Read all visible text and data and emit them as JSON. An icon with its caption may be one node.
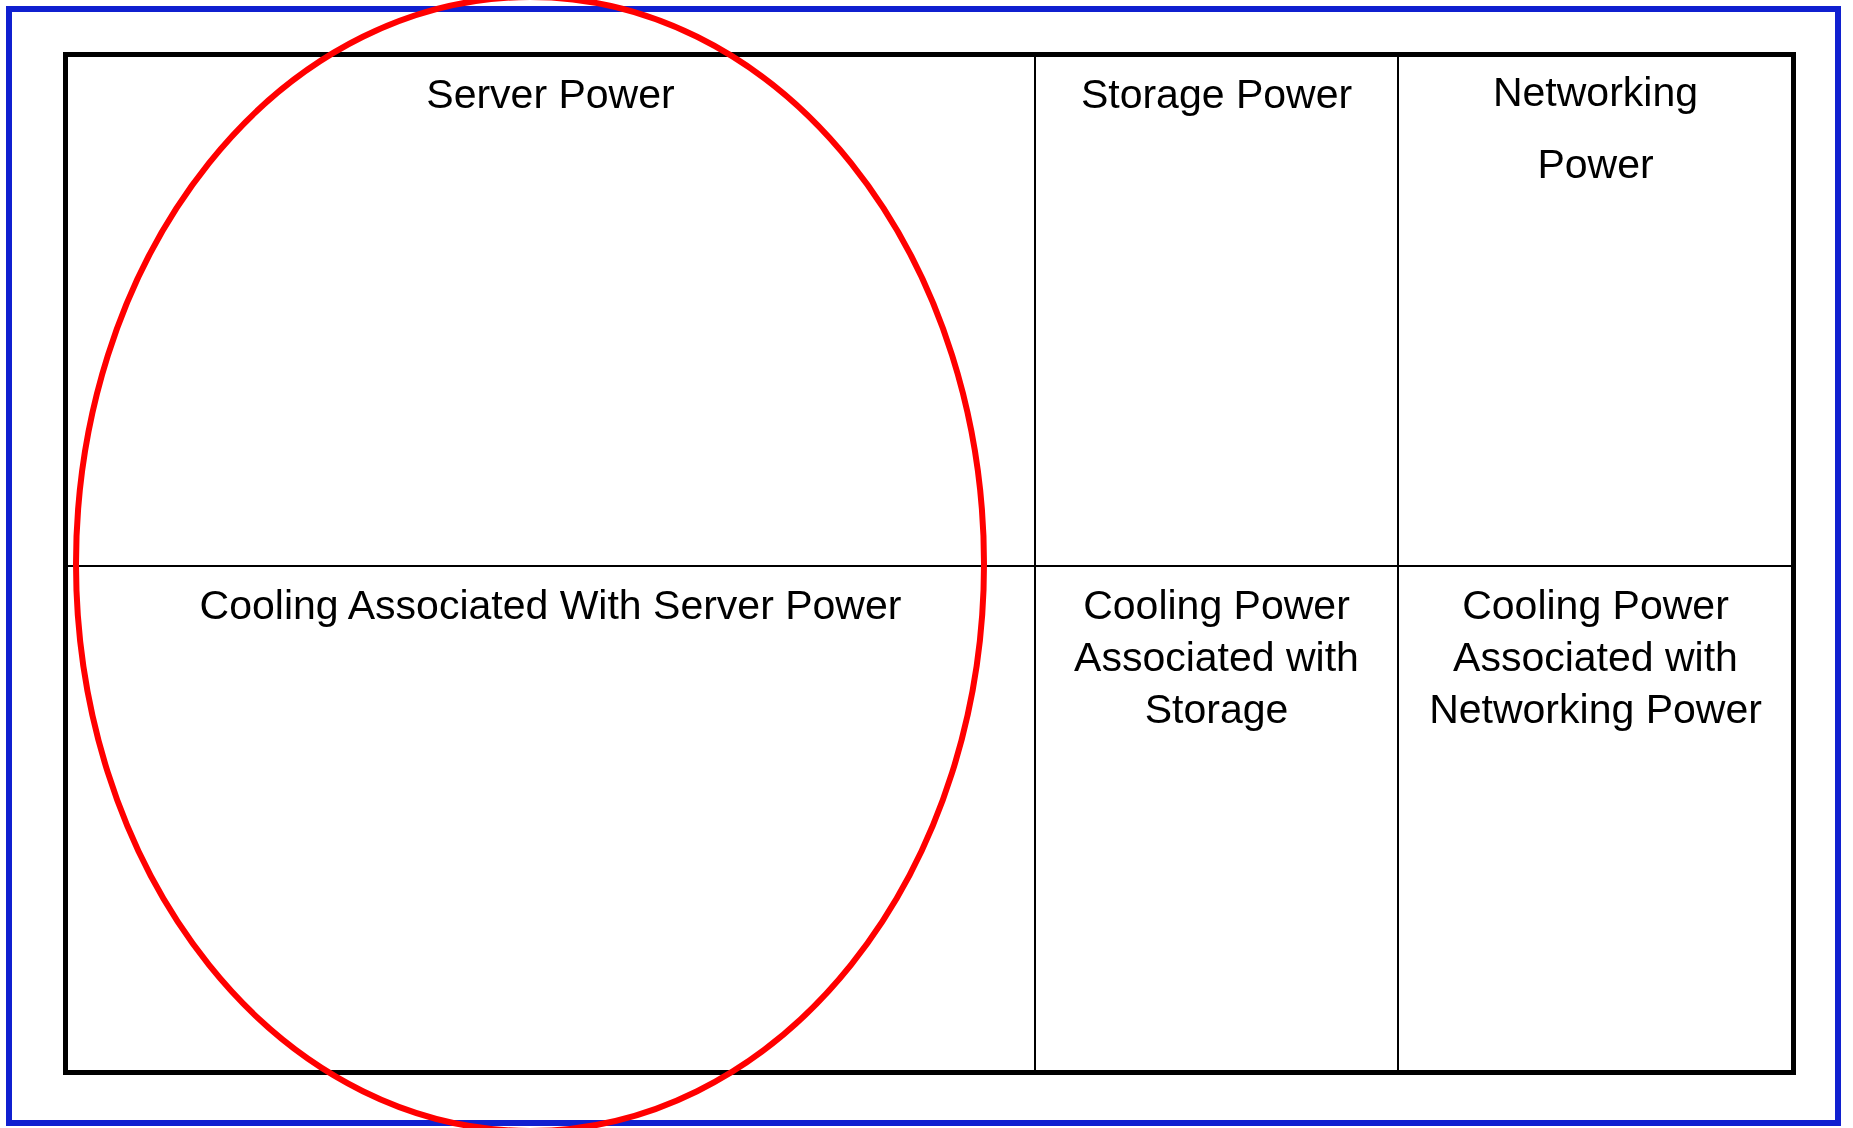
{
  "diagram": {
    "nodes": [
      {
        "text": [
          "Server Power"
        ]
      },
      {
        "text": [
          "Storage Power"
        ]
      },
      {
        "text": [
          "Networking Power"
        ]
      },
      {
        "text": [
          "Cooling Associated With Server Power"
        ]
      },
      {
        "text": [
          "Cooling Power Associated with Storage"
        ]
      },
      {
        "text": [
          "Cooling Power Associated with Networking Power"
        ]
      },
      {
        "text": [],
        "shape": "ellipse"
      }
    ]
  }
}
